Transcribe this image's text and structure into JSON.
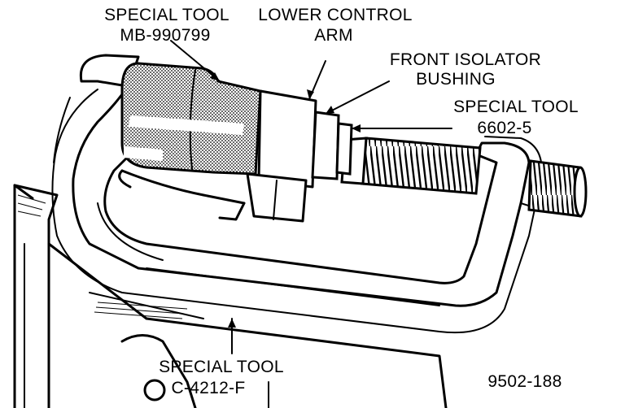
{
  "labels": {
    "tool_mb_line1": "SPECIAL TOOL",
    "tool_mb_line2": "MB-990799",
    "lower_arm_line1": "LOWER CONTROL",
    "lower_arm_line2": "ARM",
    "bushing_line1": "FRONT ISOLATOR",
    "bushing_line2": "BUSHING",
    "tool_6602_line1": "SPECIAL TOOL",
    "tool_6602_line2": "6602-5",
    "tool_c4212_line1": "SPECIAL TOOL",
    "tool_c4212_line2": "C-4212-F"
  },
  "figure_number": "9502-188"
}
